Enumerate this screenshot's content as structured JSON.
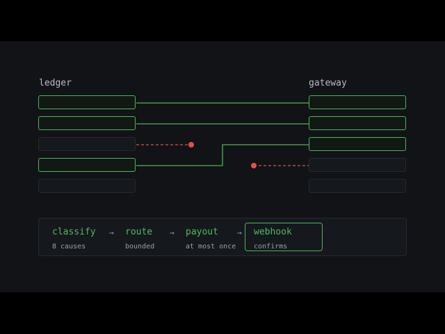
{
  "columns": {
    "left": {
      "label": "ledger"
    },
    "right": {
      "label": "gateway"
    }
  },
  "pipeline": {
    "stages": [
      {
        "name": "classify",
        "note": "8 causes"
      },
      {
        "name": "route",
        "note": "bounded"
      },
      {
        "name": "payout",
        "note": "at most once"
      },
      {
        "name": "webhook",
        "note": "confirms",
        "highlighted": true
      }
    ],
    "arrow": "→"
  },
  "colors": {
    "background": "#111316",
    "accent": "#4fb45a",
    "failure": "#e0504a",
    "muted_border": "#262a30"
  }
}
